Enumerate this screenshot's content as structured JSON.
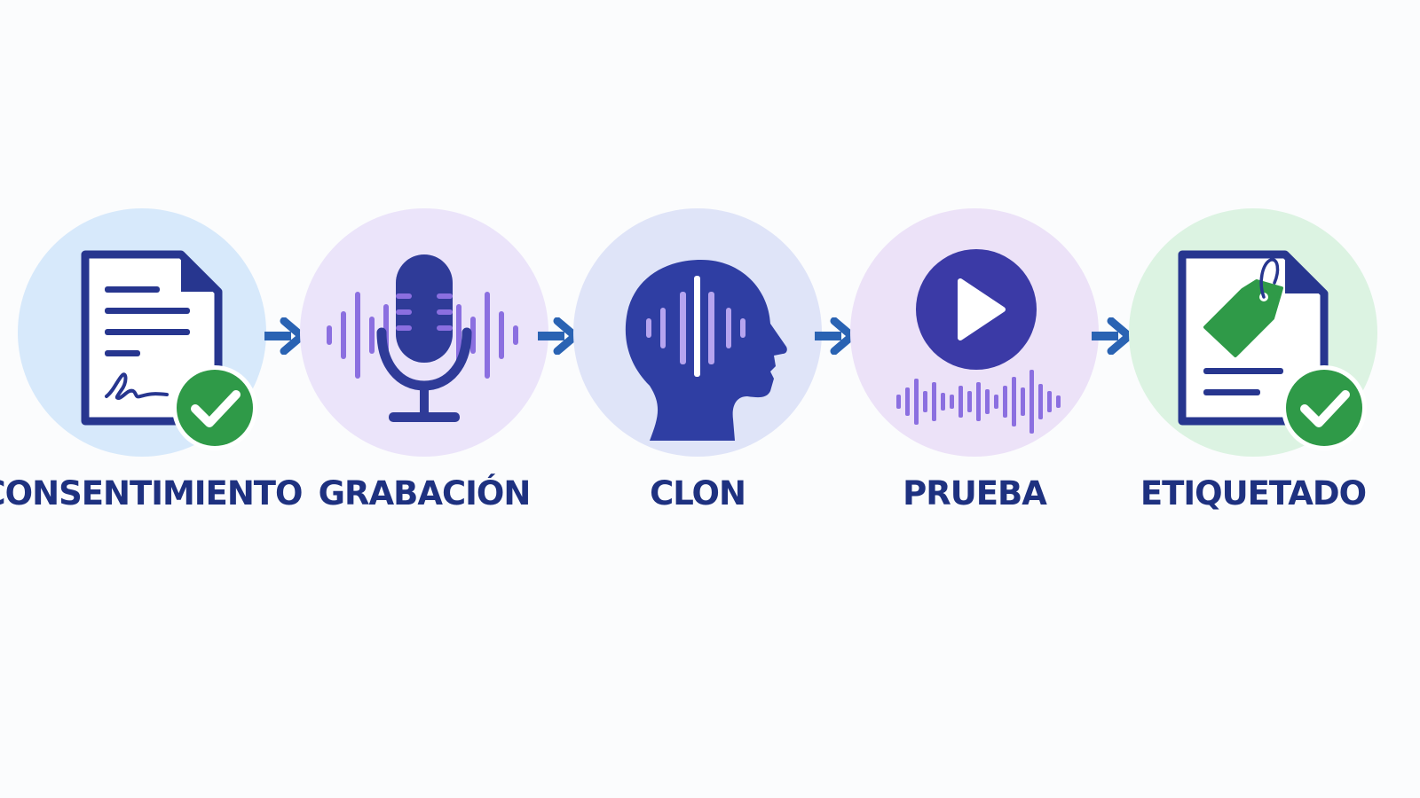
{
  "steps": [
    {
      "label": "CONSENTIMIENTO",
      "icon": "signed-document-check-icon",
      "circle_color": "#d7e9fb"
    },
    {
      "label": "GRABACIÓN",
      "icon": "microphone-waveform-icon",
      "circle_color": "#ebe4fa"
    },
    {
      "label": "CLON",
      "icon": "head-waveform-icon",
      "circle_color": "#dfe4f8"
    },
    {
      "label": "PRUEBA",
      "icon": "play-waveform-icon",
      "circle_color": "#ece2f8"
    },
    {
      "label": "ETIQUETADO",
      "icon": "tagged-document-check-icon",
      "circle_color": "#dcf3e2"
    }
  ],
  "colors": {
    "navy": "#27368f",
    "blue_arrow": "#2a63b3",
    "purple_wave": "#8b6fe0",
    "green_check": "#2f9a48",
    "label_text": "#1e3180"
  }
}
